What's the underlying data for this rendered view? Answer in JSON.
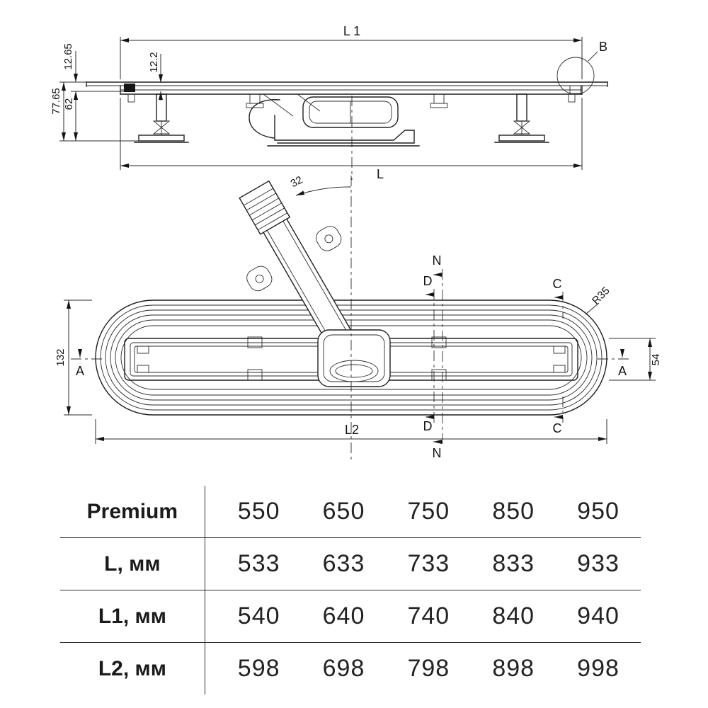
{
  "side_view": {
    "dim_l1": "L 1",
    "detail_b": "B",
    "dim_edge_height": "12.65",
    "dim_grate_height": "12.2",
    "dim_total_height": "77.65",
    "dim_body_height": "62",
    "dim_length": "L"
  },
  "plan_view": {
    "angle": "32",
    "dim_overall_width": "132",
    "dim_channel_width": "54",
    "corner_radius": "R35",
    "dim_length": "L2",
    "section_a": "A",
    "section_c": "C",
    "section_d": "D",
    "section_n": "N"
  },
  "table": {
    "rows": [
      {
        "label": "Premium",
        "values": [
          "550",
          "650",
          "750",
          "850",
          "950"
        ]
      },
      {
        "label": "L, мм",
        "values": [
          "533",
          "633",
          "733",
          "833",
          "933"
        ]
      },
      {
        "label": "L1, мм",
        "values": [
          "540",
          "640",
          "740",
          "840",
          "940"
        ]
      },
      {
        "label": "L2, мм",
        "values": [
          "598",
          "698",
          "798",
          "898",
          "998"
        ]
      }
    ]
  }
}
